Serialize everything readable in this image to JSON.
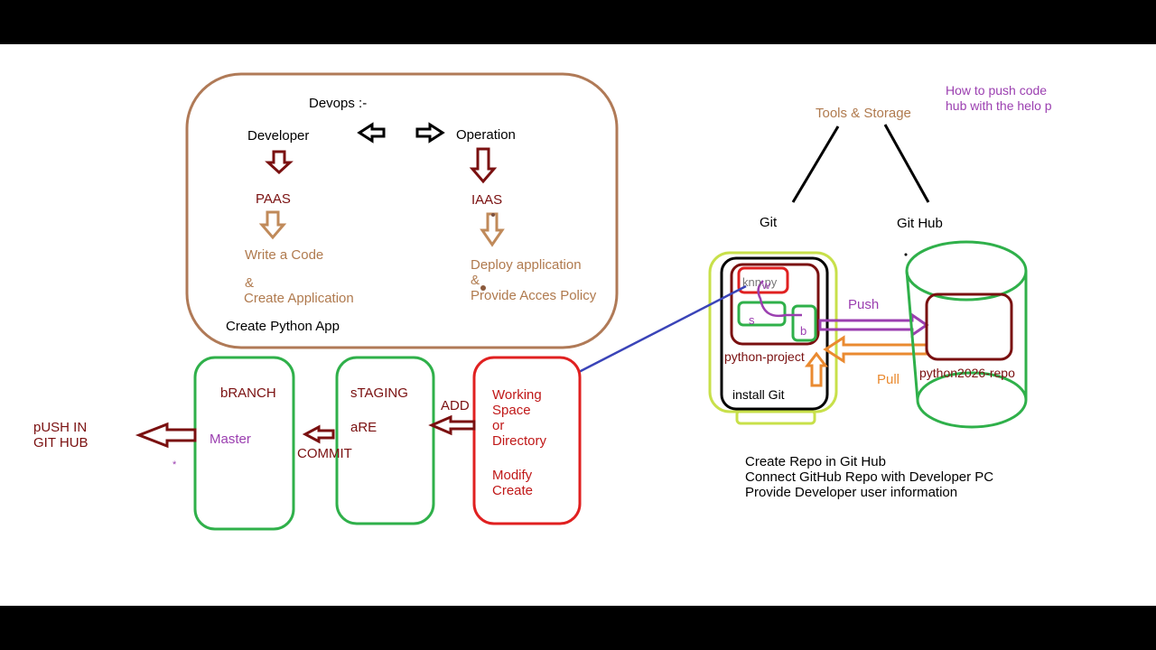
{
  "devops": {
    "title": "Devops :-",
    "developer": "Developer",
    "operation": "Operation",
    "paas": "PAAS",
    "iaas": "IAAS",
    "write_code": "Write a Code",
    "amp1": "&",
    "create_application": "Create Application",
    "deploy_application": "Deploy application",
    "amp2": "&",
    "provide_access": "Provide Acces Policy",
    "create_python_app": "Create Python App"
  },
  "tools": {
    "title": "Tools & Storage",
    "git": "Git",
    "github": "Git Hub",
    "note_line1": "How to push code",
    "note_line2": "hub with the helo p"
  },
  "local": {
    "knn_file": "knn.py",
    "w": "w",
    "s": "s",
    "b": "b",
    "project": "python-project",
    "install_git": "install Git",
    "push": "Push",
    "pull": "Pull",
    "repo": "python2026-repo"
  },
  "workflow": {
    "working_line1": "Working",
    "working_line2": "Space",
    "working_line3": "or",
    "working_line4": "Directory",
    "modify": "Modify",
    "create": "Create",
    "add": "ADD",
    "staging": "sTAGING",
    "are": "aRE",
    "commit": "COMMIT",
    "branch": "bRANCH",
    "master": "Master",
    "push_line1": "pUSH IN",
    "push_line2": "GIT HUB",
    "star": "*"
  },
  "steps": [
    "Create Repo in Git Hub",
    "Connect GitHub Repo with Developer PC",
    "Provide Developer user information"
  ],
  "colors": {
    "brown_box": "#b07a57",
    "maroon": "#7a1010",
    "green": "#2fb04a",
    "red": "#e02020",
    "lime": "#c8e04a",
    "purple": "#9b3fb0",
    "orange": "#ea8a30",
    "blue": "#3a44b8"
  }
}
